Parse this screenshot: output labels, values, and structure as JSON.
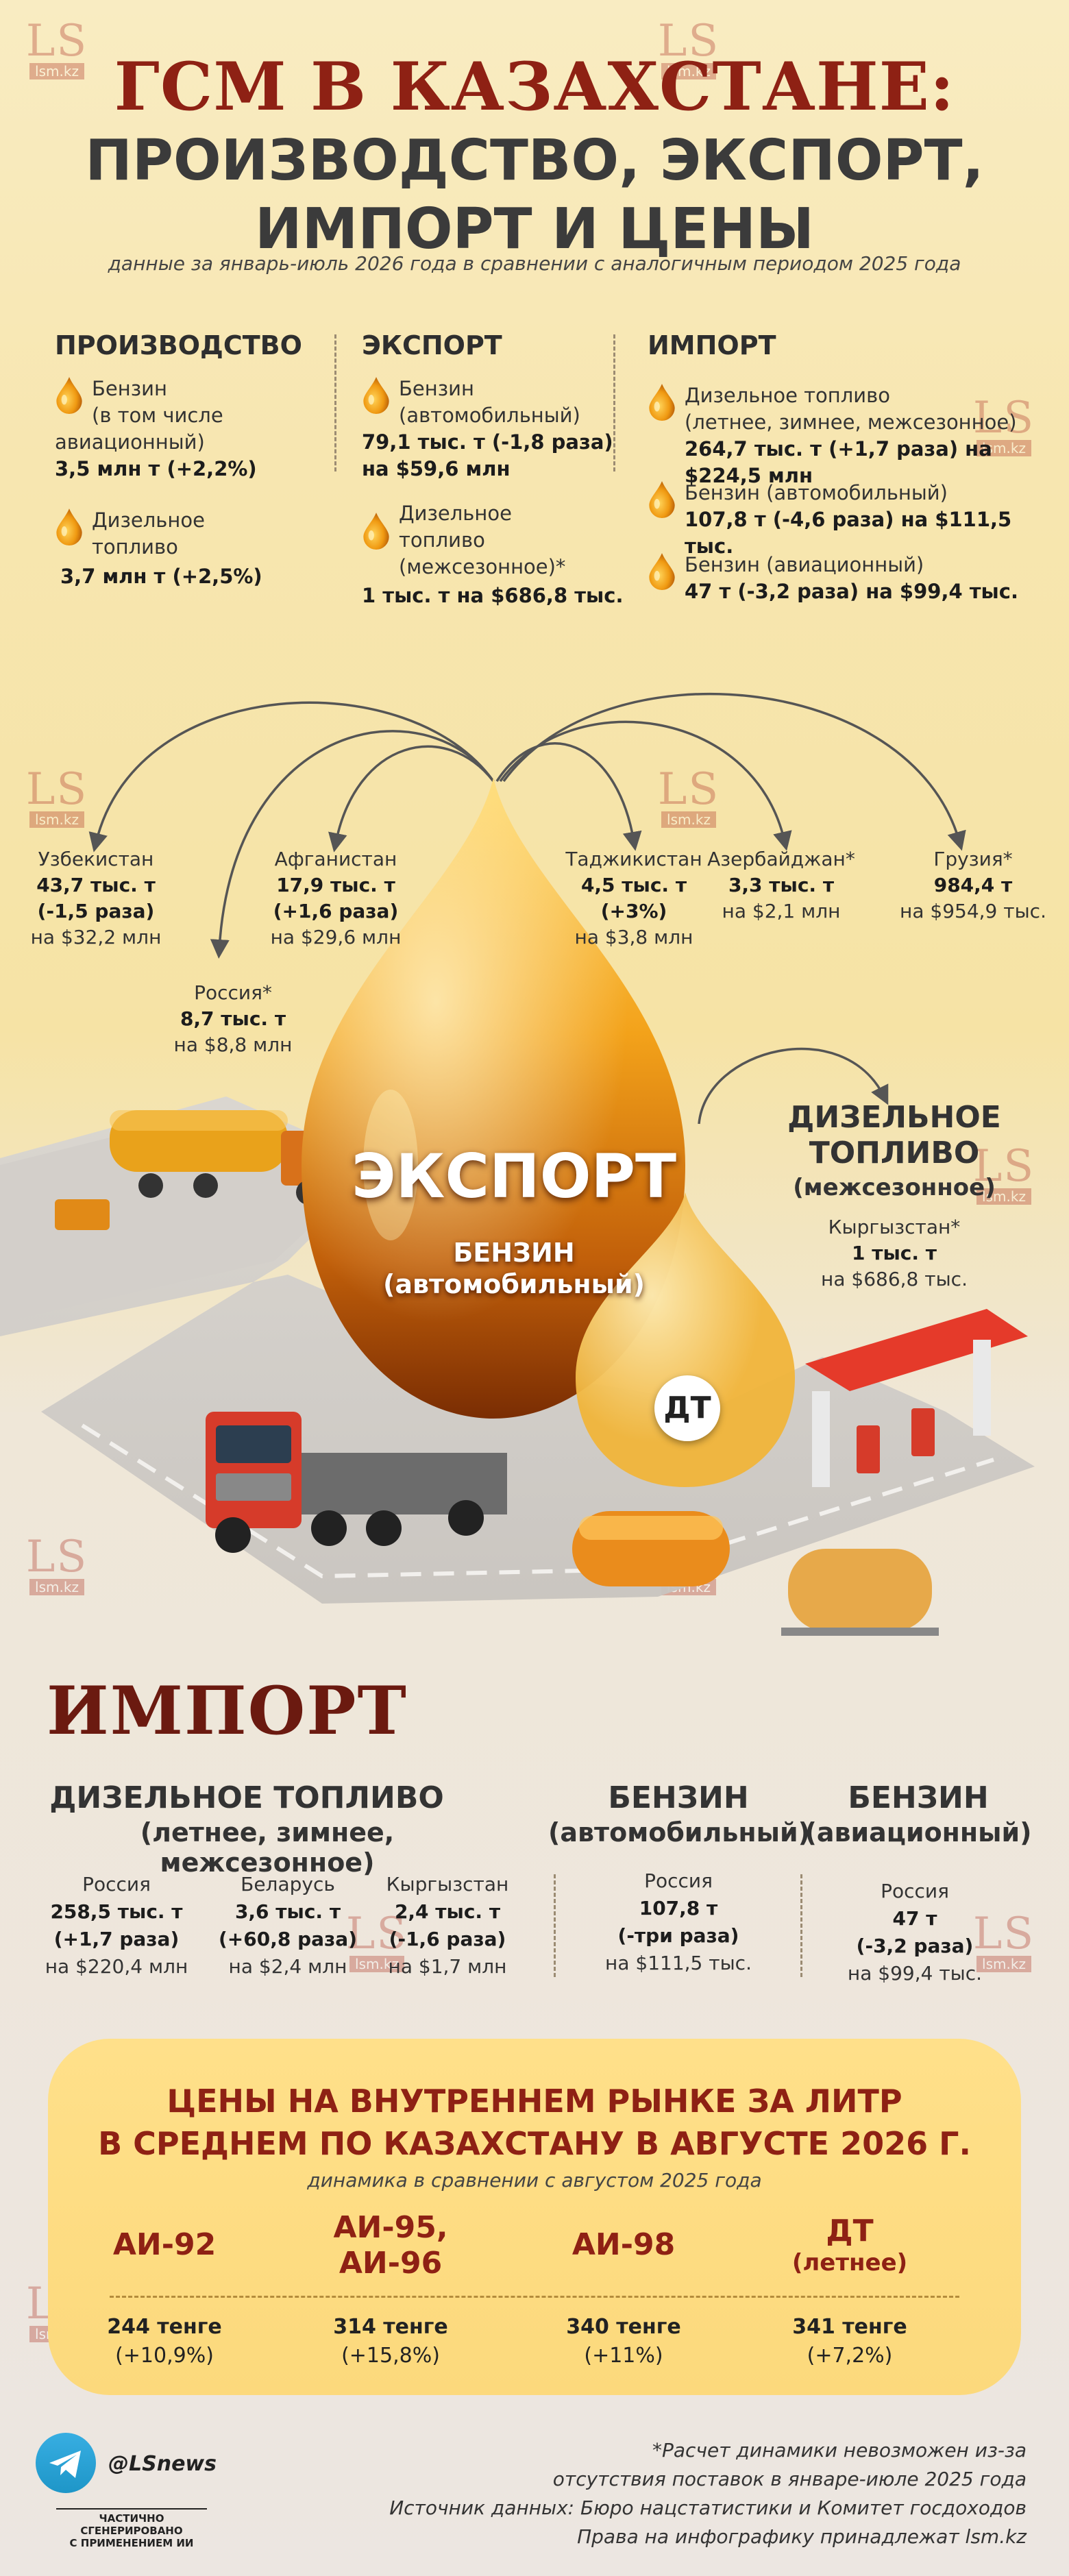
{
  "watermark": {
    "mark": "LS",
    "site": "lsm.kz"
  },
  "header": {
    "title": "ГСМ В КАЗАХСТАНЕ:",
    "title_line2": "ПРОИЗВОДСТВО, ЭКСПОРТ,",
    "title_line3": "ИМПОРТ И ЦЕНЫ",
    "subtitle": "данные за январь-июль 2026 года в сравнении с аналогичным периодом 2025 года"
  },
  "summary": {
    "production": {
      "heading": "ПРОИЗВОДСТВО",
      "items": [
        {
          "l1": "Бензин",
          "l2": "(в том числе",
          "l3": "авиационный)",
          "value": "3,5 млн т (+2,2%)"
        },
        {
          "l1": "Дизельное",
          "l2": "топливо",
          "value": "3,7 млн т (+2,5%)"
        }
      ]
    },
    "export": {
      "heading": "ЭКСПОРТ",
      "items": [
        {
          "l1": "Бензин",
          "l2": "(автомобильный)",
          "value1": "79,1 тыс. т (-1,8 раза)",
          "value2": "на $59,6 млн"
        },
        {
          "l1": "Дизельное",
          "l2": "топливо",
          "l3": "(межсезонное)*",
          "value1": "1 тыс. т на $686,8 тыс."
        }
      ]
    },
    "import": {
      "heading": "ИМПОРТ",
      "items": [
        {
          "l1": "Дизельное топливо",
          "l2": "(летнее, зимнее, межсезонное)",
          "value1": "264,7 тыс. т (+1,7 раза) на $224,5 млн"
        },
        {
          "l1": "Бензин (автомобильный)",
          "value1": "107,8 т (-4,6 раза) на $111,5 тыс."
        },
        {
          "l1": "Бензин (авиационный)",
          "value1": "47 т (-3,2 раза) на $99,4 тыс."
        }
      ]
    }
  },
  "export_map": {
    "countries": [
      {
        "name": "Узбекистан",
        "v1": "43,7 тыс. т",
        "v2": "(-1,5 раза)",
        "v3": "на $32,2 млн"
      },
      {
        "name": "Россия*",
        "v1": "8,7 тыс. т",
        "v3": "на $8,8 млн"
      },
      {
        "name": "Афганистан",
        "v1": "17,9 тыс. т",
        "v2": "(+1,6 раза)",
        "v3": "на $29,6 млн"
      },
      {
        "name": "Таджикистан",
        "v1": "4,5 тыс. т",
        "v2": "(+3%)",
        "v3": "на $3,8 млн"
      },
      {
        "name": "Азербайджан*",
        "v1": "3,3 тыс. т",
        "v3": "на $2,1 млн"
      },
      {
        "name": "Грузия*",
        "v1": "984,4 т",
        "v3": "на $954,9 тыс."
      }
    ],
    "big_drop": {
      "word": "ЭКСПОРТ",
      "fuel": "БЕНЗИН",
      "fuel_sub": "(автомобильный)"
    },
    "small_drop": {
      "badge": "ДТ",
      "title_l1": "ДИЗЕЛЬНОЕ",
      "title_l2": "ТОПЛИВО",
      "title_sub": "(межсезонное)",
      "country": "Кыргызстан*",
      "v1": "1 тыс. т",
      "v3": "на $686,8 тыс."
    }
  },
  "import_section": {
    "title": "ИМПОРТ",
    "diesel": {
      "heading": "ДИЗЕЛЬНОЕ ТОПЛИВО",
      "sub": "(летнее, зимнее, межсезонное)",
      "countries": [
        {
          "name": "Россия",
          "v1": "258,5 тыс. т",
          "v2": "(+1,7 раза)",
          "v3": "на $220,4 млн"
        },
        {
          "name": "Беларусь",
          "v1": "3,6 тыс. т",
          "v2": "(+60,8 раза)",
          "v3": "на $2,4 млн"
        },
        {
          "name": "Кыргызстан",
          "v1": "2,4 тыс. т",
          "v2": "(-1,6 раза)",
          "v3": "на $1,7 млн"
        }
      ]
    },
    "auto": {
      "heading": "БЕНЗИН",
      "sub": "(автомобильный)",
      "country": {
        "name": "Россия",
        "v1": "107,8 т",
        "v2": "(-три раза)",
        "v3": "на $111,5 тыс."
      }
    },
    "avia": {
      "heading": "БЕНЗИН",
      "sub": "(авиационный)",
      "country": {
        "name": "Россия",
        "v1": "47 т",
        "v2": "(-3,2 раза)",
        "v3": "на $99,4 тыс."
      }
    }
  },
  "prices": {
    "title_l1": "ЦЕНЫ НА ВНУТРЕННЕМ РЫНКЕ ЗА ЛИТР",
    "title_l2": "В СРЕДНЕМ ПО КАЗАХСТАНУ В АВГУСТЕ 2026 Г.",
    "sub": "динамика в сравнении с августом 2025 года",
    "fuels": [
      {
        "l1": "АИ-92",
        "l2": "",
        "price": "244 тенге",
        "change": "(+10,9%)"
      },
      {
        "l1": "АИ-95,",
        "l2": "АИ-96",
        "price": "314 тенге",
        "change": "(+15,8%)"
      },
      {
        "l1": "АИ-98",
        "l2": "",
        "price": "340 тенге",
        "change": "(+11%)"
      },
      {
        "l1": "ДТ",
        "l2": "(летнее)",
        "price": "341 тенге",
        "change": "(+7,2%)"
      }
    ]
  },
  "footer": {
    "handle": "@LSnews",
    "ai_note_l1": "ЧАСТИЧНО СГЕНЕРИРОВАНО",
    "ai_note_l2": "С ПРИМЕНЕНИЕМ ИИ",
    "note_l1": "*Расчет динамики невозможен из-за",
    "note_l2": "отсутствия поставок в январе-июле 2025 года",
    "source": "Источник данных: Бюро нацстатистики и Комитет госдоходов",
    "rights": "Права на инфографику принадлежат lsm.kz"
  },
  "colors": {
    "accent": "#8e2114",
    "gold": "#f3a21a",
    "panel": "#ffe08a"
  }
}
